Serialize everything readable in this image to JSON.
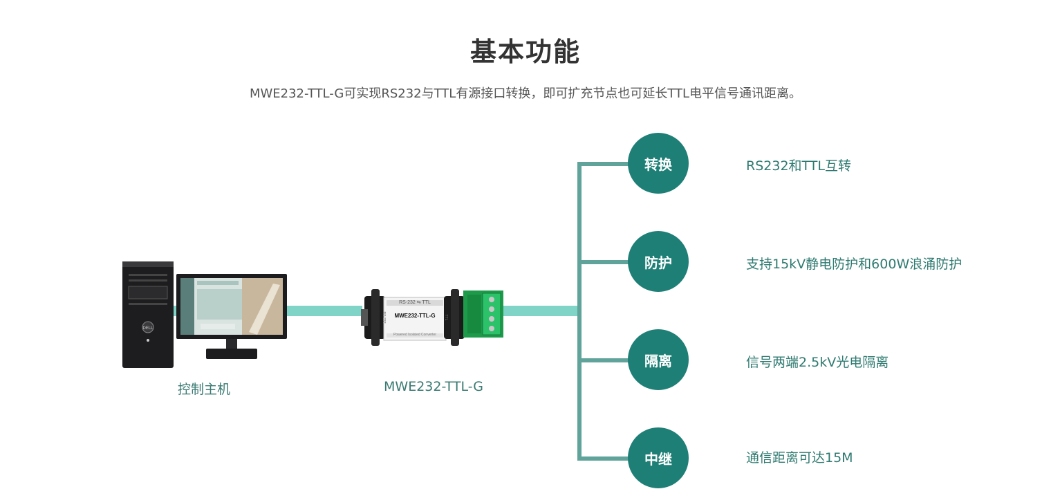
{
  "header": {
    "title": "基本功能",
    "subtitle": "MWE232-TTL-G可实现RS232与TTL有源接口转换，即可扩充节点也可延长TTL电平信号通讯距离。"
  },
  "nodes": {
    "host_label": "控制主机",
    "converter_label": "MWE232-TTL-G",
    "converter_top_text": "RS-232 ⇆ TTL",
    "converter_model_text": "MWE232-TTL-G",
    "converter_side_left": "RS-232",
    "converter_side_right": "TTL",
    "converter_bottom_text": "Powered Isolated Converter"
  },
  "features": [
    {
      "name": "转换",
      "desc": "RS232和TTL互转"
    },
    {
      "name": "防护",
      "desc": "支持15kV静电防护和600W浪涌防护"
    },
    {
      "name": "隔离",
      "desc": "信号两端2.5kV光电隔离"
    },
    {
      "name": "中继",
      "desc": "通信距离可达15M"
    }
  ],
  "colors": {
    "cable": "#7fd3c7",
    "tree_line": "#5fa39a",
    "circle": "#1e7f76",
    "text_accent": "#2e7a70"
  }
}
